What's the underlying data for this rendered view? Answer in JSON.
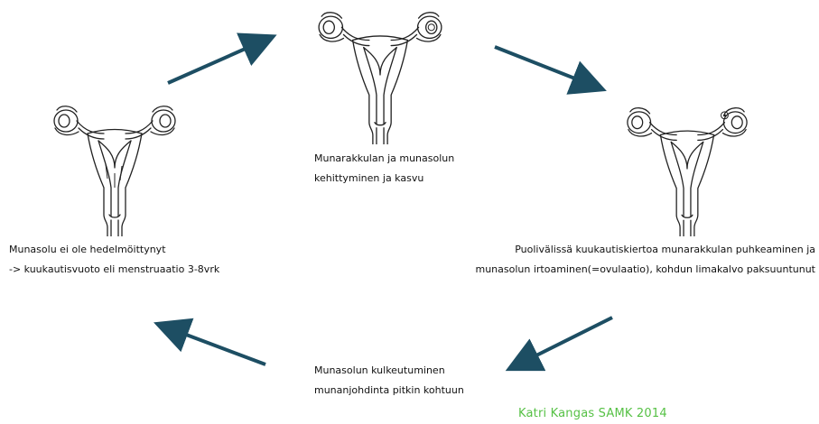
{
  "stages": {
    "top": {
      "line1": "Munarakkulan ja munasolun",
      "line2": "kehittyminen ja kasvu"
    },
    "right": {
      "line1": "Puolivälissä kuukautiskiertoa munarakkulan puhkeaminen ja",
      "line2": "munasolun irtoaminen(=ovulaatio), kohdun limakalvo paksuuntunut"
    },
    "bottom": {
      "line1": "Munasolun kulkeutuminen",
      "line2": "munanjohdinta pitkin kohtuun"
    },
    "left": {
      "line1": "Munasolu ei ole hedelmöittynyt",
      "line2": "-> kuukautisvuoto eli menstruaatio 3-8vrk"
    }
  },
  "credit": "Katri Kangas SAMK 2014",
  "colors": {
    "arrow": "#1d4e63",
    "credit": "#56c145",
    "line_art": "#222222"
  }
}
